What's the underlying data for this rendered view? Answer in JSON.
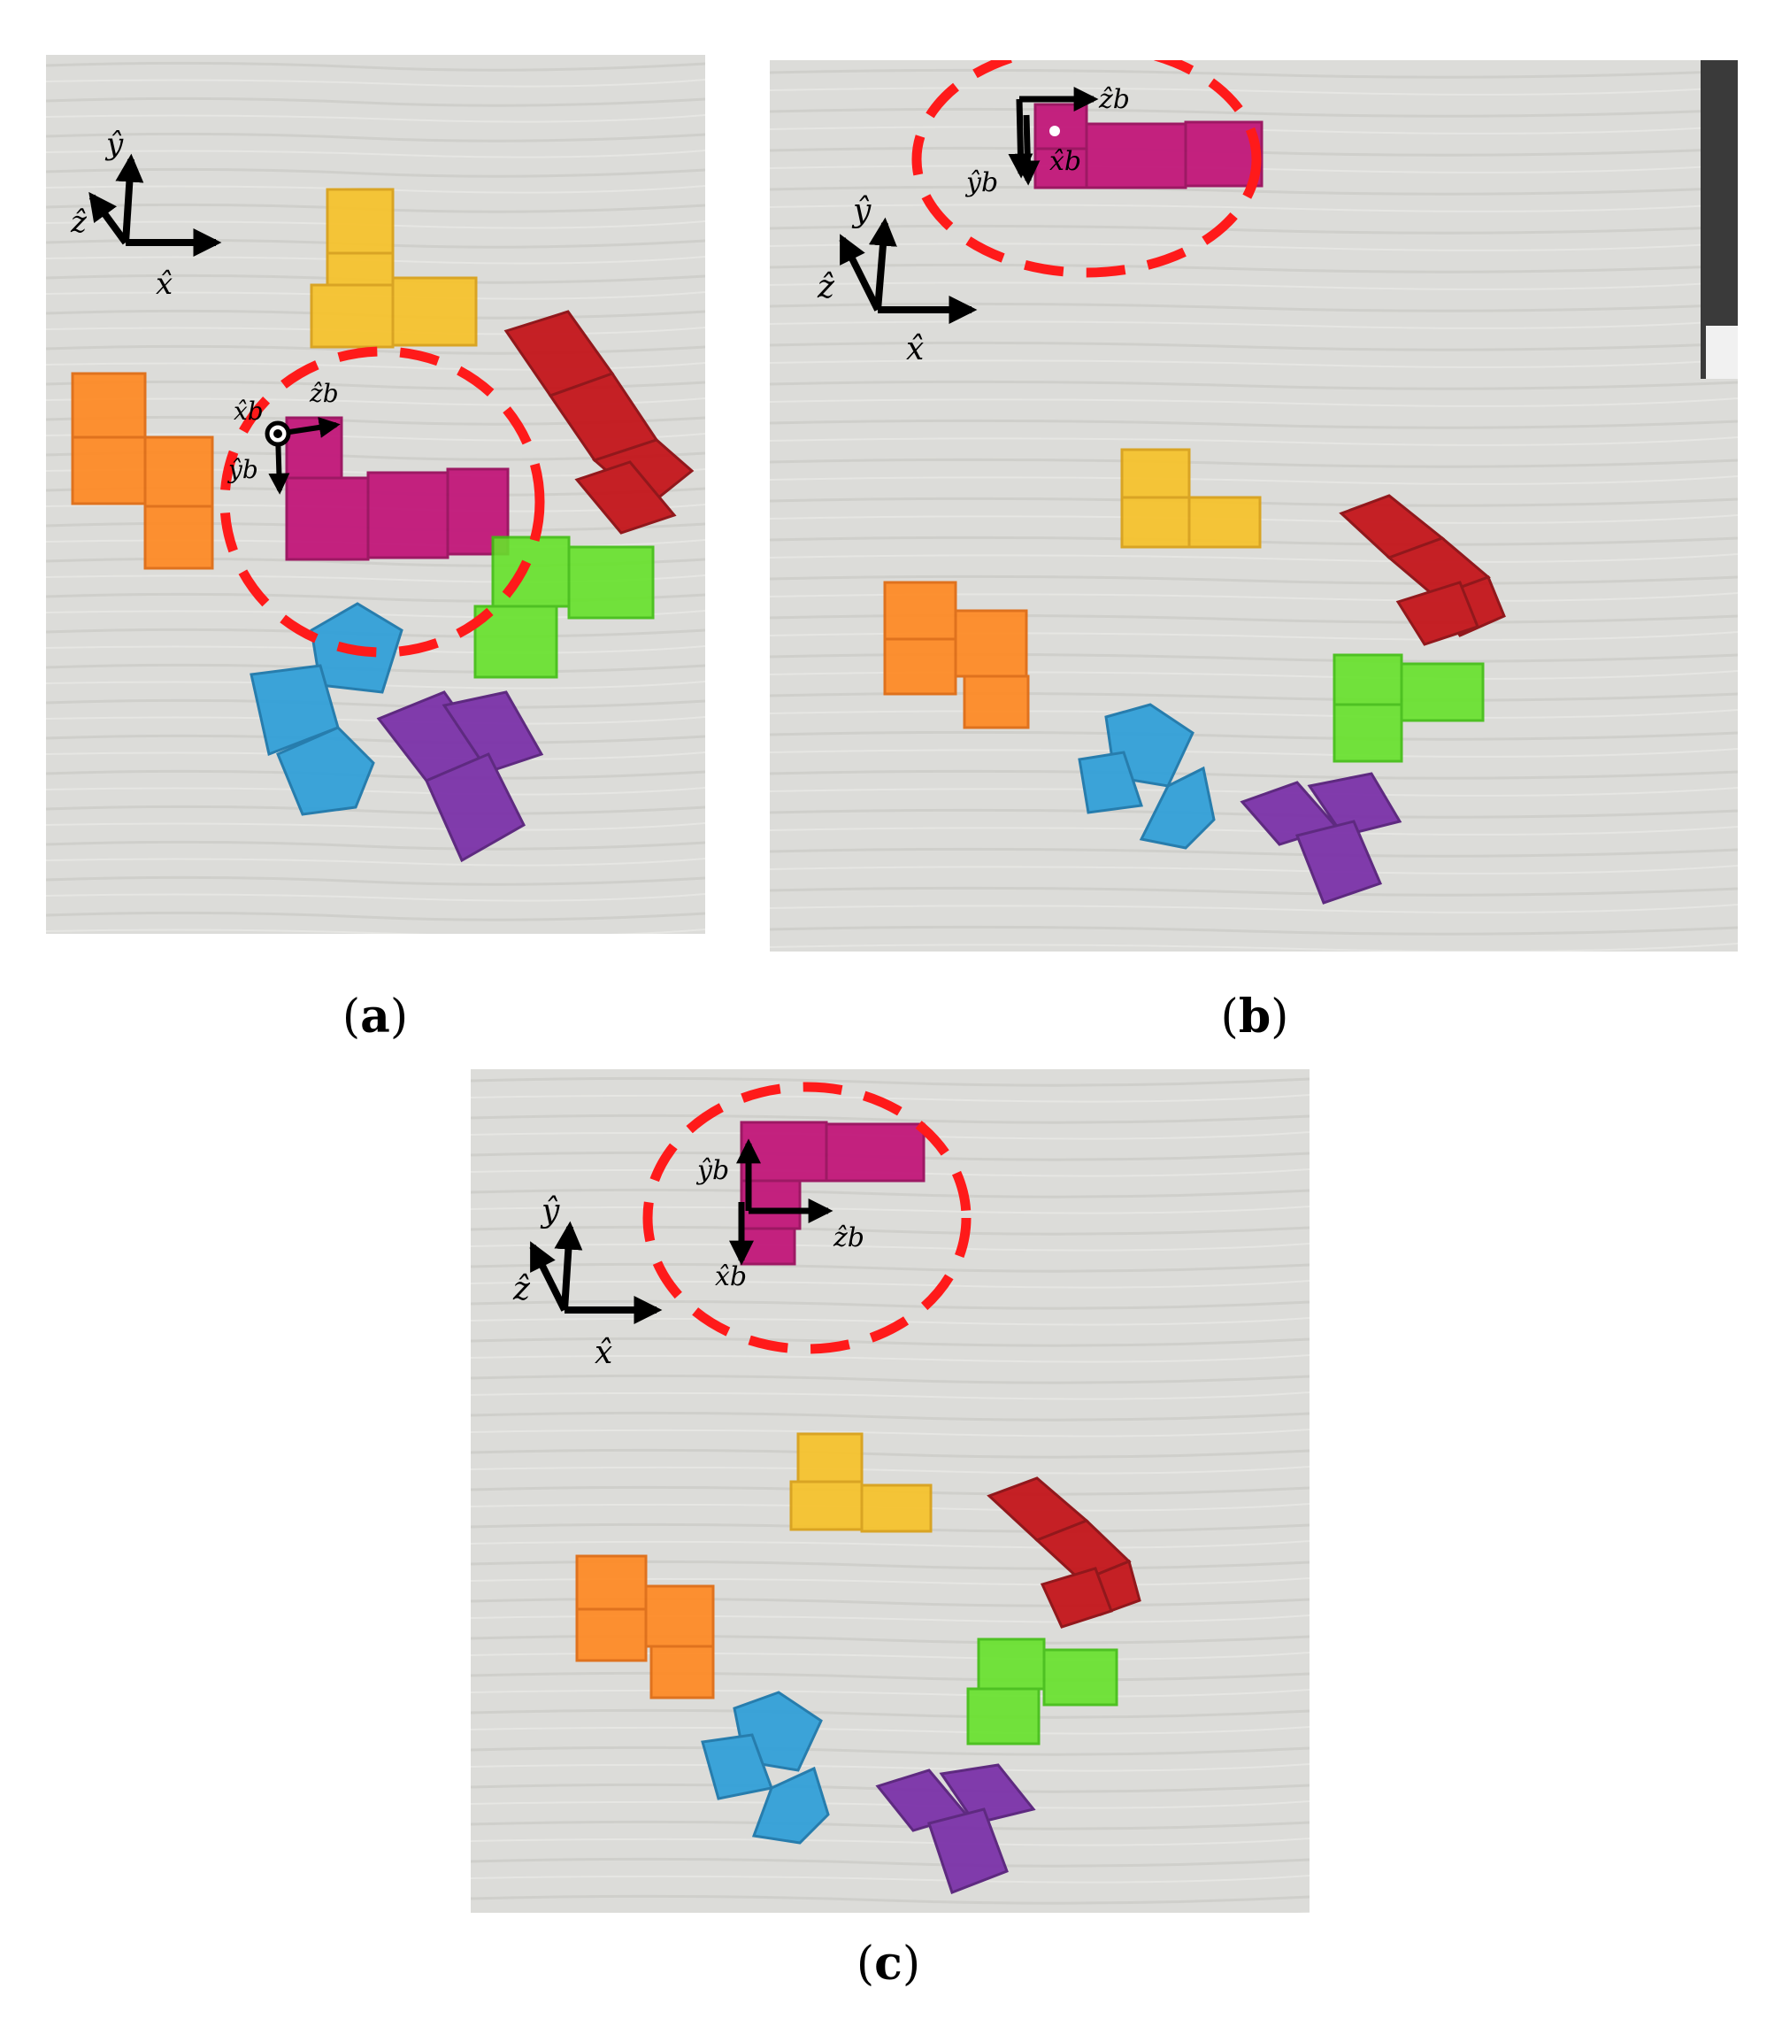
{
  "panels": [
    {
      "id": "a",
      "caption_letter": "a",
      "world_axes": {
        "x": "x̂",
        "y": "ŷ",
        "z": "ẑ"
      },
      "body_axes": {
        "x": "x̂b",
        "y": "ŷb",
        "z": "ẑb"
      }
    },
    {
      "id": "b",
      "caption_letter": "b",
      "world_axes": {
        "x": "x̂",
        "y": "ŷ",
        "z": "ẑ"
      },
      "body_axes": {
        "x": "x̂b",
        "y": "ŷb",
        "z": "ẑb"
      }
    },
    {
      "id": "c",
      "caption_letter": "c",
      "world_axes": {
        "x": "x̂",
        "y": "ŷ",
        "z": "ẑ"
      },
      "body_axes": {
        "x": "x̂b",
        "y": "ŷb",
        "z": "ẑb"
      }
    }
  ],
  "colors": {
    "table": "#d9d9d6",
    "highlight_circle": "#ff1a1a",
    "magenta": "#c2187a",
    "yellow": "#f7c22a",
    "orange": "#ff8a24",
    "red": "#c4161c",
    "green": "#66e22a",
    "blue": "#2f9fd8",
    "purple": "#7a2fa8"
  }
}
